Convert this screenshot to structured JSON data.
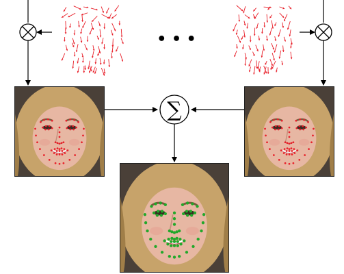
{
  "diagram": {
    "ellipsis": "• • •",
    "sum_symbol": "∑",
    "multiply_symbol": "⊗",
    "colors": {
      "arrow": "#000000",
      "vector_field": "#e8202a",
      "landmark_input": "#e8202a",
      "landmark_output": "#22a82a",
      "hair": "#c7a36a",
      "skin": "#e7b7a3",
      "background_photo": "#4a4038"
    },
    "nodes": [
      {
        "id": "mult-left",
        "kind": "multiply"
      },
      {
        "id": "mult-right",
        "kind": "multiply"
      },
      {
        "id": "sum",
        "kind": "sum"
      },
      {
        "id": "field-left",
        "kind": "vector-field"
      },
      {
        "id": "field-right",
        "kind": "vector-field"
      },
      {
        "id": "face-left",
        "kind": "face-photo",
        "landmarks": "red"
      },
      {
        "id": "face-right",
        "kind": "face-photo",
        "landmarks": "red"
      },
      {
        "id": "face-result",
        "kind": "face-photo",
        "landmarks": "green"
      }
    ]
  }
}
